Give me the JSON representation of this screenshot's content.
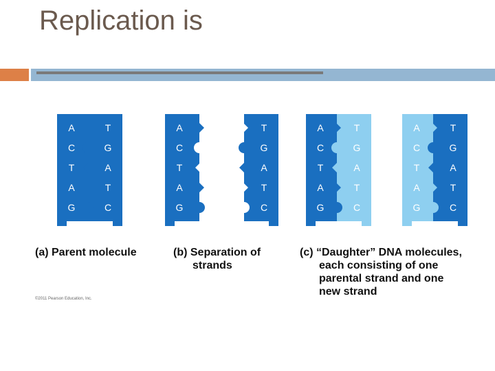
{
  "slide": {
    "title": "Replication is"
  },
  "palette": {
    "dark_strand": "#1a6fc0",
    "light_strand": "#8ecff0",
    "accent": "#dd8047",
    "rule": "#94b6d2"
  },
  "ladders": [
    {
      "id": "parent",
      "pairs": [
        [
          "A",
          "T"
        ],
        [
          "C",
          "G"
        ],
        [
          "T",
          "A"
        ],
        [
          "A",
          "T"
        ],
        [
          "G",
          "C"
        ]
      ]
    },
    {
      "id": "separated",
      "pairs": [
        [
          "A",
          "T"
        ],
        [
          "C",
          "G"
        ],
        [
          "T",
          "A"
        ],
        [
          "A",
          "T"
        ],
        [
          "G",
          "C"
        ]
      ]
    },
    {
      "id": "daughter-1",
      "pairs": [
        [
          "A",
          "T"
        ],
        [
          "C",
          "G"
        ],
        [
          "T",
          "A"
        ],
        [
          "A",
          "T"
        ],
        [
          "G",
          "C"
        ]
      ]
    },
    {
      "id": "daughter-2",
      "pairs": [
        [
          "A",
          "T"
        ],
        [
          "C",
          "G"
        ],
        [
          "T",
          "A"
        ],
        [
          "A",
          "T"
        ],
        [
          "G",
          "C"
        ]
      ]
    }
  ],
  "captions": {
    "a": {
      "title": "(a) Parent molecule",
      "lines": []
    },
    "b": {
      "title": "(b) Separation of",
      "lines": [
        "strands"
      ]
    },
    "c": {
      "title": "(c) “Daughter” DNA molecules,",
      "lines": [
        "each consisting of one",
        "parental strand and one",
        "new strand"
      ]
    }
  },
  "copyright": "©2011 Pearson Education, Inc."
}
